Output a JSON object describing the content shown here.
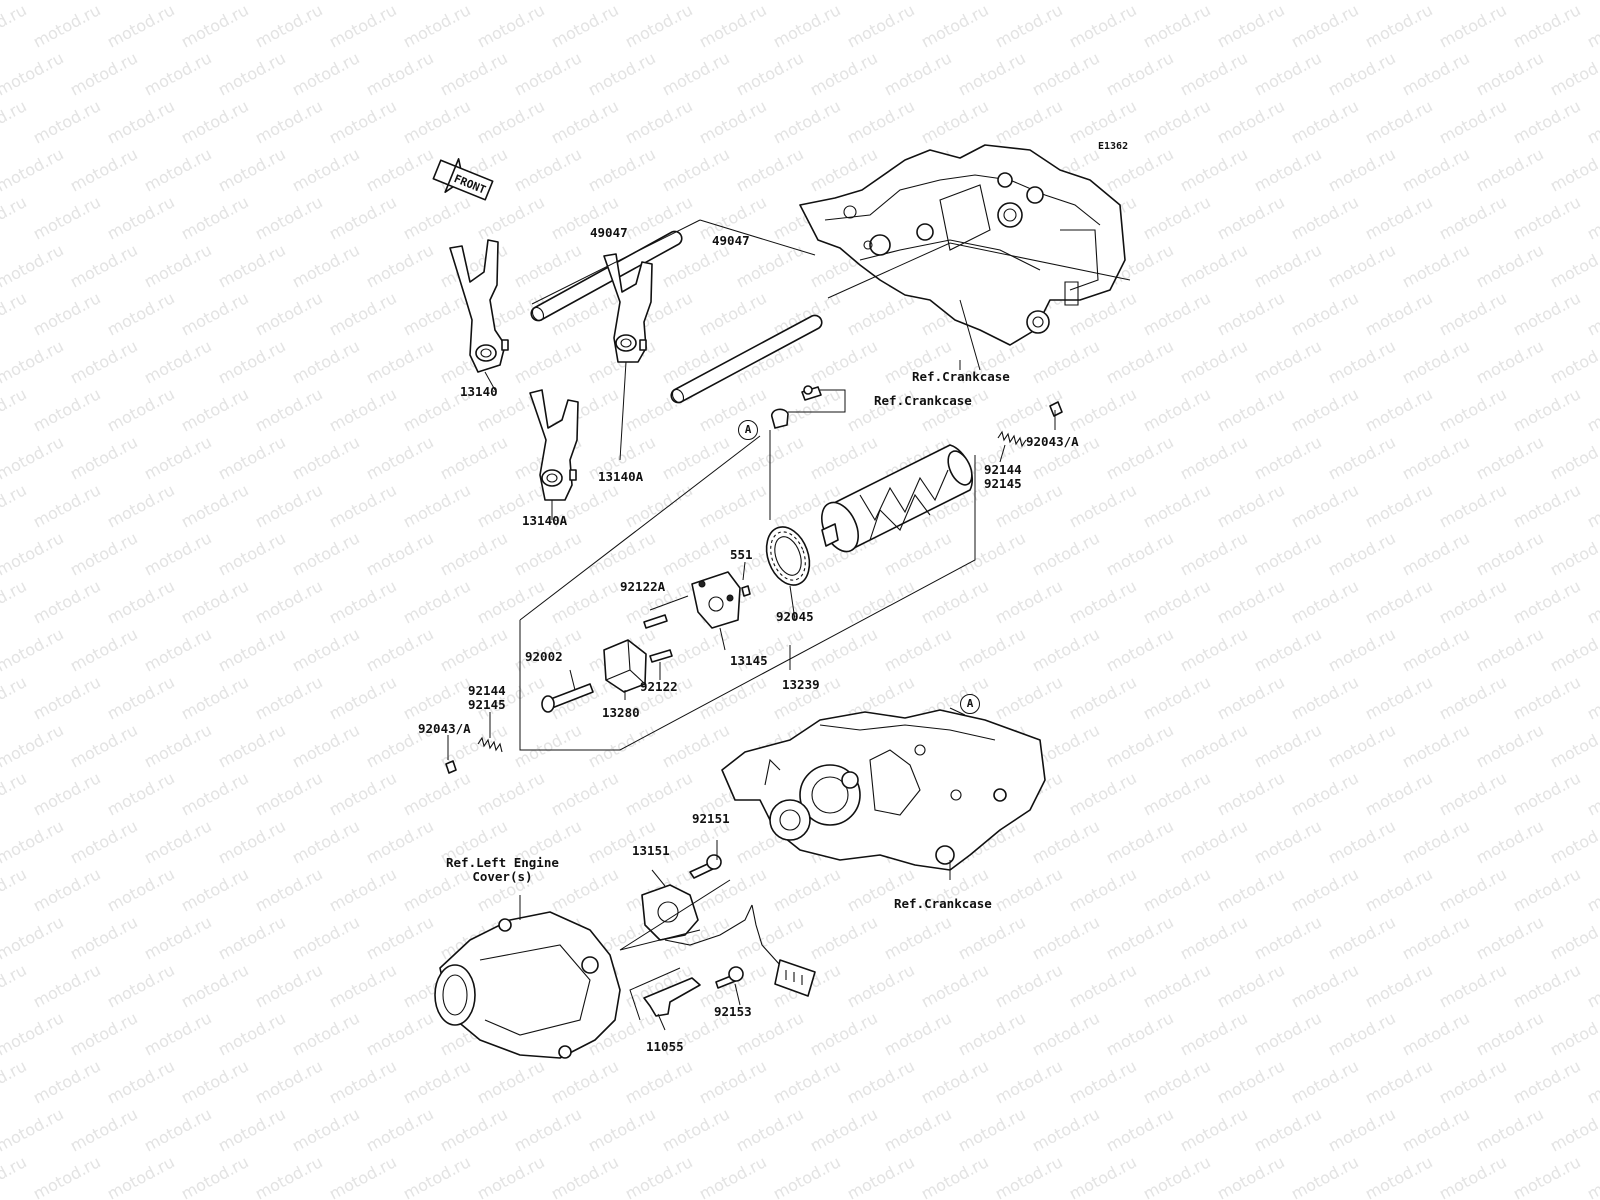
{
  "diagram_id": "E1362",
  "watermark": "motod.ru",
  "front_arrow": "FRONT",
  "callout_a": "A",
  "parts": {
    "shaft_upper": "49047",
    "shaft_lower": "49047",
    "fork_1": "13140",
    "fork_2": "13140A",
    "fork_3": "13140A",
    "ref_crankcase_top": "Ref.Crankcase",
    "ref_crankcase_bolt": "Ref.Crankcase",
    "pin_right": "92043/A",
    "spring_right": [
      "92144",
      "92145"
    ],
    "bearing": "92045",
    "pin_551": "551",
    "dowel_a": "92122A",
    "dowel": "92122",
    "drum_holder": "13145",
    "bolt": "92002",
    "spring_left": [
      "92144",
      "92145"
    ],
    "pin_left": "92043/A",
    "cam": "13280",
    "drum_assy": "13239",
    "bolt_92151": "92151",
    "sensor": "13151",
    "ref_left_cover": [
      "Ref.Left Engine",
      "Cover(s)"
    ],
    "ref_crankcase_bottom": "Ref.Crankcase",
    "bolt_92153": "92153",
    "clamp": "11055"
  }
}
